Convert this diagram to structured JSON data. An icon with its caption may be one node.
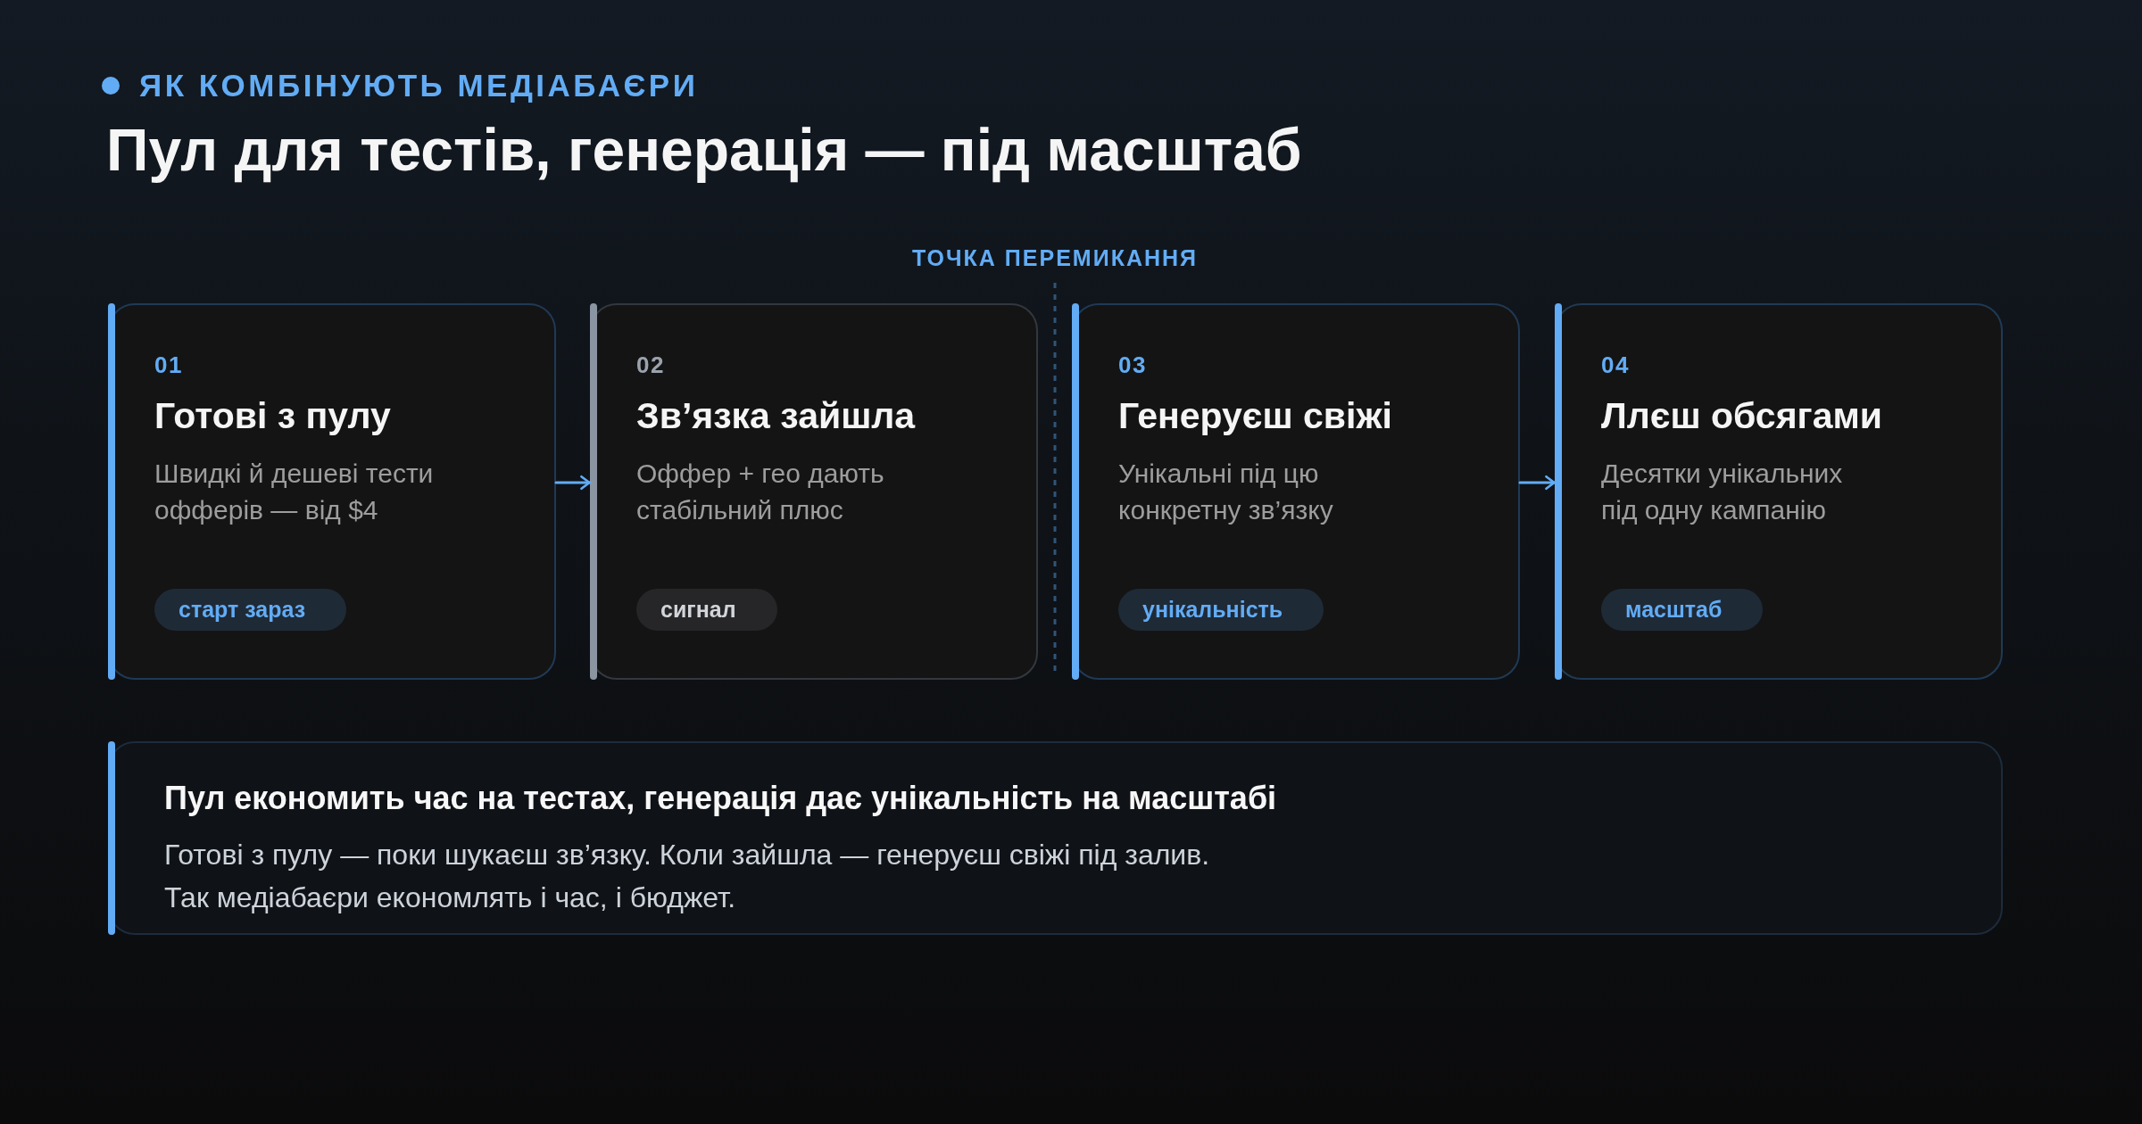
{
  "diagram": {
    "title": "Пул для тестів, генерація — під масштаб",
    "nodes": [
      {
        "text": [
          "01",
          "Готові з пулу",
          "Швидкі й дешеві тести офферів — від $4"
        ]
      },
      {
        "text": [
          "старт зараз"
        ],
        "in": 0
      },
      {
        "text": [
          "02",
          "Зв’язка зайшла",
          "Оффер + гео дають стабільний плюс"
        ]
      },
      {
        "text": [
          "сигнал"
        ],
        "in": 2
      },
      {
        "text": [
          "03",
          "Генеруєш свіжі",
          "Унікальні під цю конкретну зв’язку"
        ]
      },
      {
        "text": [
          "унікальність"
        ],
        "in": 4
      },
      {
        "text": [
          "04",
          "Ллєш обсягами",
          "Десятки унікальних під одну кампанію"
        ]
      },
      {
        "text": [
          "масштаб"
        ],
        "in": 6
      },
      {
        "text": [
          "Пул економить час на тестах, генерація дає унікальність на масштабі",
          "Готові з пулу — поки шукаєш зв’язку. Коли зайшла — генеруєш свіжі під залив. Так медіабаєри економлять і час, і бюджет."
        ]
      }
    ],
    "edges": [
      {
        "from": 0,
        "to": 2,
        "arrow": "to"
      },
      {
        "from": 4,
        "to": 6,
        "arrow": "to"
      }
    ],
    "labels": [
      "ЯК КОМБІНУЮТЬ МЕДІАБАЄРИ",
      "ТОЧКА ПЕРЕМИКАННЯ"
    ]
  }
}
